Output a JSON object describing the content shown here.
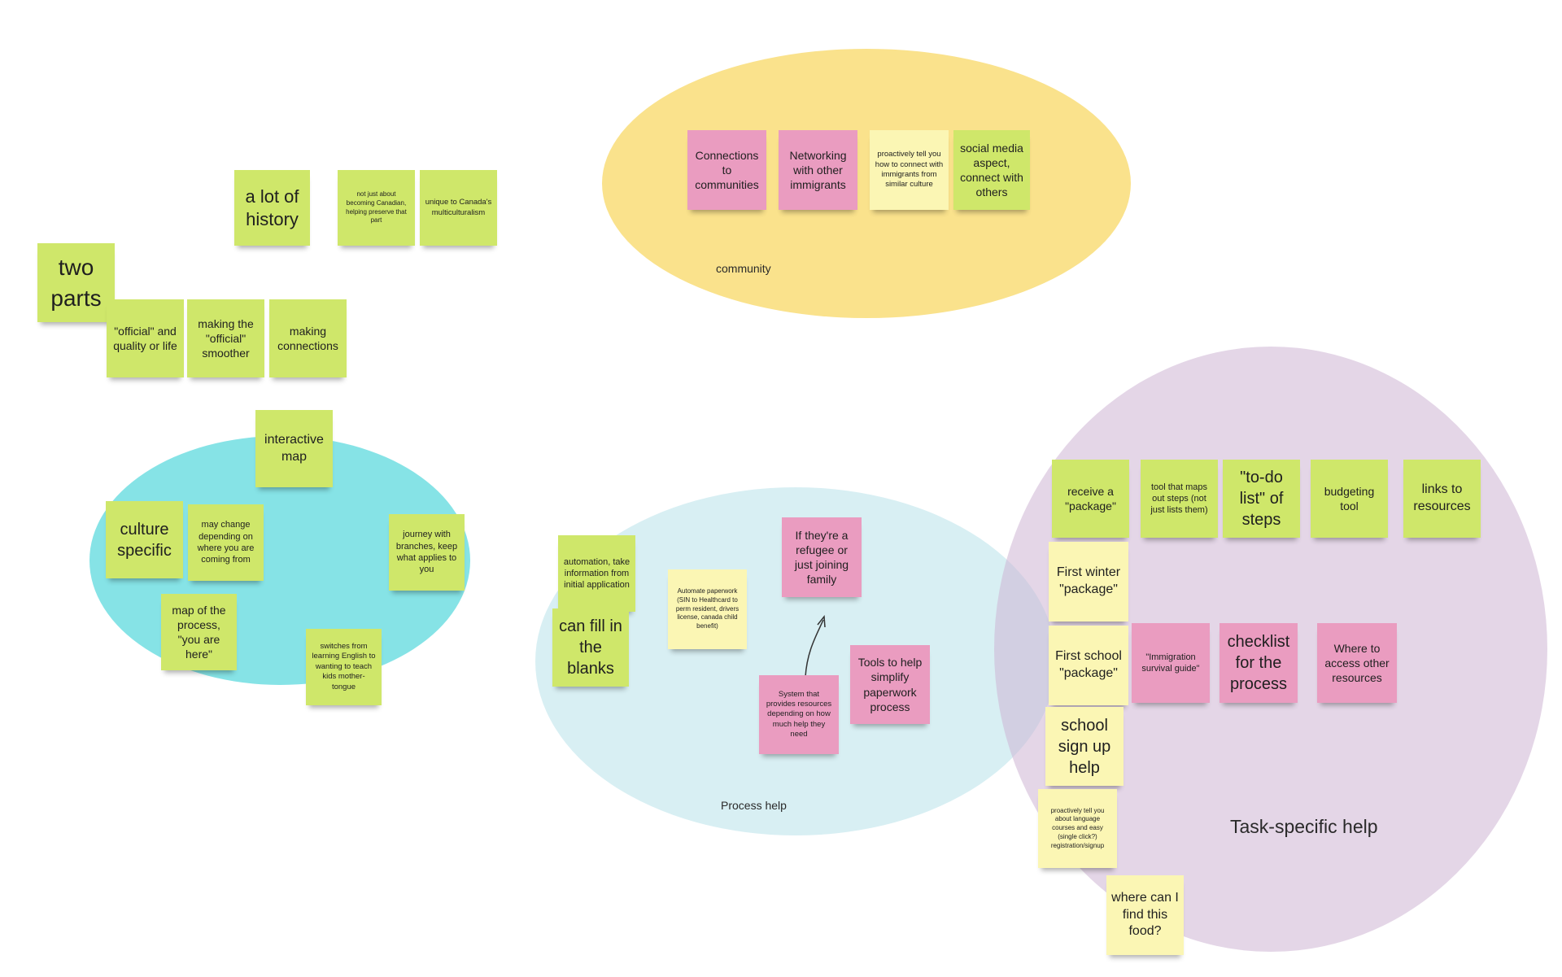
{
  "clusters": {
    "community": {
      "label": "community",
      "color": "#fae28c"
    },
    "process": {
      "label": "Process help",
      "color": "#b8e1ea"
    },
    "task": {
      "label": "Task-specific help",
      "color": "#ceb5d4"
    },
    "map": {
      "color": "#86e3e6"
    }
  },
  "note_colors": {
    "green": "#cfe76a",
    "pink": "#ea9cc0",
    "yellow": "#fbf6b4"
  },
  "notes": {
    "a_lot_of_history": "a lot of history",
    "not_just_becoming": "not just about becoming Canadian, helping preserve that part",
    "unique_multiculturalism": "unique to Canada's multiculturalism",
    "two_parts": "two parts",
    "official_quality": "\"official\" and quality or life",
    "making_official_smoother": "making the \"official\" smoother",
    "making_connections": "making connections",
    "interactive_map": "interactive map",
    "culture_specific": "culture specific",
    "may_change": "may change depending on where you are coming from",
    "journey_branches": "journey with branches, keep what applies to you",
    "map_of_process": "map of the process, \"you are here\"",
    "switches_english": "switches from learning English to wanting to teach kids mother-tongue",
    "connections_communities": "Connections to communities",
    "networking_immigrants": "Networking with other immigrants",
    "proactively_connect": "proactively tell you how to connect with immigrants from similar culture",
    "social_media": "social media aspect, connect with others",
    "automation_take_info": "automation, take information from initial application",
    "can_fill_blanks": "can fill in the blanks",
    "automate_paperwork": "Automate paperwork (SIN to Healthcard to perm resident, drivers license, canada child benefit)",
    "refugee_family": "If they're a refugee or just joining family",
    "system_resources": "System that provides resources depending on how much help they need",
    "tools_paperwork": "Tools to help simplify paperwork process",
    "receive_package": "receive a \"package\"",
    "tool_maps_steps": "tool that maps out steps (not just lists them)",
    "todo_list": "\"to-do list\" of steps",
    "budgeting_tool": "budgeting tool",
    "links_resources": "links to resources",
    "first_winter": "First winter \"package\"",
    "first_school": "First school \"package\"",
    "immigration_guide": "\"Immigration survival guide\"",
    "checklist_process": "checklist for the process",
    "where_access": "Where to access other resources",
    "school_signup": "school sign up help",
    "proactively_language": "proactively tell you about language courses and easy (single click?) registration/signup",
    "where_find_food": "where can I find this food?"
  }
}
